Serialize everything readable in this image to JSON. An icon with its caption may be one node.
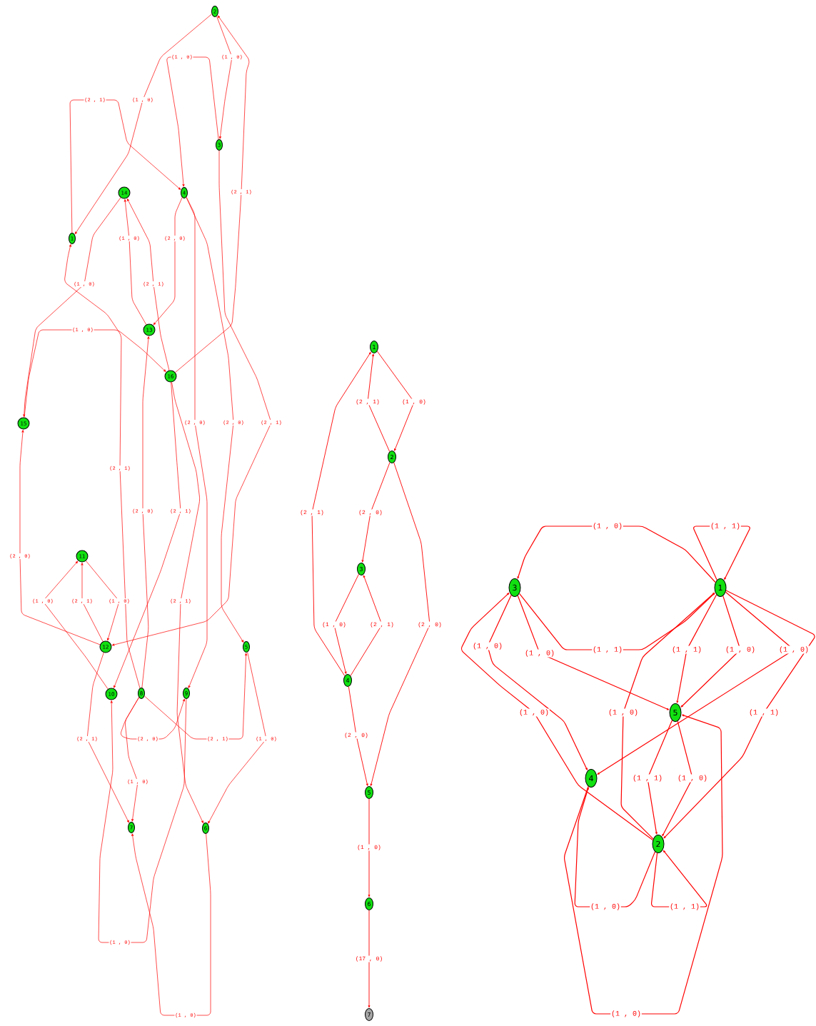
{
  "diagram": {
    "nodes": [
      {
        "text": [
          "1"
        ]
      },
      {
        "text": [
          "2"
        ]
      },
      {
        "text": [
          "3"
        ]
      },
      {
        "text": [
          "4"
        ]
      },
      {
        "text": [
          "5"
        ]
      },
      {
        "text": [
          "6"
        ]
      },
      {
        "text": [
          "7"
        ]
      },
      {
        "text": [
          "8"
        ]
      },
      {
        "text": [
          "9"
        ]
      },
      {
        "text": [
          "10"
        ]
      },
      {
        "text": [
          "11"
        ]
      },
      {
        "text": [
          "12"
        ]
      },
      {
        "text": [
          "13"
        ]
      },
      {
        "text": [
          "14"
        ]
      },
      {
        "text": [
          "15"
        ]
      },
      {
        "text": [
          "16"
        ]
      },
      {
        "text": [
          "1"
        ]
      },
      {
        "text": [
          "2"
        ]
      },
      {
        "text": [
          "3"
        ]
      },
      {
        "text": [
          "4"
        ]
      },
      {
        "text": [
          "5"
        ]
      },
      {
        "text": [
          "6"
        ]
      },
      {
        "text": [
          "7"
        ]
      },
      {
        "text": [
          "1"
        ]
      },
      {
        "text": [
          "2"
        ]
      },
      {
        "text": [
          "3"
        ]
      },
      {
        "text": [
          "4"
        ]
      },
      {
        "text": [
          "5"
        ]
      }
    ],
    "edges": [
      {
        "from": 1,
        "to": 0,
        "arrow": "to",
        "label": "(1 , 0)"
      },
      {
        "from": 0,
        "to": 3,
        "arrow": "to",
        "label": "(2 , 1)"
      },
      {
        "from": 2,
        "to": 3,
        "arrow": "to",
        "label": "(1 , 0)"
      },
      {
        "from": 1,
        "to": 2,
        "arrow": "to",
        "label": "(1 , 0)"
      },
      {
        "from": 15,
        "to": 1,
        "arrow": "to",
        "label": "(2 , 1)"
      },
      {
        "from": 13,
        "to": 14,
        "arrow": "to",
        "label": "(1 , 0)"
      },
      {
        "from": 12,
        "to": 13,
        "arrow": "to",
        "label": "(1 , 0)"
      },
      {
        "from": 15,
        "to": 13,
        "arrow": "to",
        "label": "(2 , 1)"
      },
      {
        "from": 3,
        "to": 12,
        "arrow": "to",
        "label": "(2 , 0)"
      },
      {
        "from": 7,
        "to": 0,
        "arrow": "to",
        "label": "(2 , 1)"
      },
      {
        "from": 14,
        "to": 15,
        "arrow": "to",
        "label": "(1 , 0)"
      },
      {
        "from": 3,
        "to": 8,
        "arrow": "to",
        "label": "(2 , 0)"
      },
      {
        "from": 3,
        "to": 4,
        "arrow": "to",
        "label": "(2 , 0)"
      },
      {
        "from": 2,
        "to": 11,
        "arrow": "to",
        "label": "(2 , 1)"
      },
      {
        "from": 7,
        "to": 12,
        "arrow": "to",
        "label": "(2 , 0)"
      },
      {
        "from": 15,
        "to": 9,
        "arrow": "to",
        "label": "(2 , 1)"
      },
      {
        "from": 15,
        "to": 5,
        "arrow": "to",
        "label": "(2 , 1)"
      },
      {
        "from": 11,
        "to": 14,
        "arrow": "to",
        "label": "(2 , 0)"
      },
      {
        "from": 9,
        "to": 10,
        "arrow": "to",
        "label": "(1 , 0)"
      },
      {
        "from": 11,
        "to": 10,
        "arrow": "to",
        "label": "(2 , 1)"
      },
      {
        "from": 10,
        "to": 11,
        "arrow": "to",
        "label": "(1 , 0)"
      },
      {
        "from": 11,
        "to": 6,
        "arrow": "to",
        "label": "(2 , 1)"
      },
      {
        "from": 7,
        "to": 8,
        "arrow": "to",
        "label": "(2 , 0)"
      },
      {
        "from": 7,
        "to": 4,
        "arrow": "to",
        "label": "(2 , 1)"
      },
      {
        "from": 4,
        "to": 5,
        "arrow": "to",
        "label": "(1 , 0)"
      },
      {
        "from": 7,
        "to": 6,
        "arrow": "to",
        "label": "(1 , 0)"
      },
      {
        "from": 8,
        "to": 9,
        "arrow": "to",
        "label": "(1 , 0)"
      },
      {
        "from": 5,
        "to": 6,
        "arrow": "to",
        "label": "(1 , 0)"
      },
      {
        "from": 16,
        "to": 17,
        "arrow": "to",
        "label": "(1 , 0)"
      },
      {
        "from": 17,
        "to": 16,
        "arrow": "to",
        "label": "(2 , 1)"
      },
      {
        "from": 19,
        "to": 16,
        "arrow": "to",
        "label": "(2 , 1)"
      },
      {
        "from": 17,
        "to": 18,
        "arrow": "to",
        "label": "(2 , 0)"
      },
      {
        "from": 17,
        "to": 20,
        "arrow": "to",
        "label": "(2 , 0)"
      },
      {
        "from": 18,
        "to": 19,
        "arrow": "to",
        "label": "(1 , 0)"
      },
      {
        "from": 19,
        "to": 18,
        "arrow": "to",
        "label": "(2 , 1)"
      },
      {
        "from": 19,
        "to": 20,
        "arrow": "to",
        "label": "(2 , 0)"
      },
      {
        "from": 20,
        "to": 21,
        "arrow": "to",
        "label": "(1 , 0)"
      },
      {
        "from": 21,
        "to": 22,
        "arrow": "to",
        "label": "(17 , 0)"
      },
      {
        "from": 23,
        "to": 25,
        "arrow": "to",
        "label": "(1 , 0)"
      },
      {
        "from": 23,
        "to": 23,
        "arrow": "to",
        "label": "(1 , 1)"
      },
      {
        "from": 25,
        "to": 23,
        "arrow": "to",
        "label": "(1 , 1)"
      },
      {
        "from": 25,
        "to": 26,
        "arrow": "to",
        "label": "(1 , 0)"
      },
      {
        "from": 24,
        "to": 25,
        "arrow": "to",
        "label": "(1 , 0)"
      },
      {
        "from": 25,
        "to": 27,
        "arrow": "to",
        "label": "(1 , 0)"
      },
      {
        "from": 23,
        "to": 27,
        "arrow": "to",
        "label": "(1 , 1)"
      },
      {
        "from": 23,
        "to": 27,
        "arrow": "to",
        "label": "(1 , 0)"
      },
      {
        "from": 23,
        "to": 26,
        "arrow": "to",
        "label": "(1 , 0)"
      },
      {
        "from": 23,
        "to": 24,
        "arrow": "to",
        "label": "(1 , 1)"
      },
      {
        "from": 24,
        "to": 23,
        "arrow": "to",
        "label": "(1 , 0)"
      },
      {
        "from": 27,
        "to": 24,
        "arrow": "to",
        "label": "(1 , 1)"
      },
      {
        "from": 27,
        "to": 24,
        "arrow": "to",
        "label": "(1 , 0)"
      },
      {
        "from": 24,
        "to": 26,
        "arrow": "to",
        "label": "(1 , 0)"
      },
      {
        "from": 24,
        "to": 24,
        "arrow": "to",
        "label": "(1 , 1)"
      },
      {
        "from": 26,
        "to": 27,
        "arrow": "to",
        "label": "(1 , 0)"
      }
    ]
  }
}
